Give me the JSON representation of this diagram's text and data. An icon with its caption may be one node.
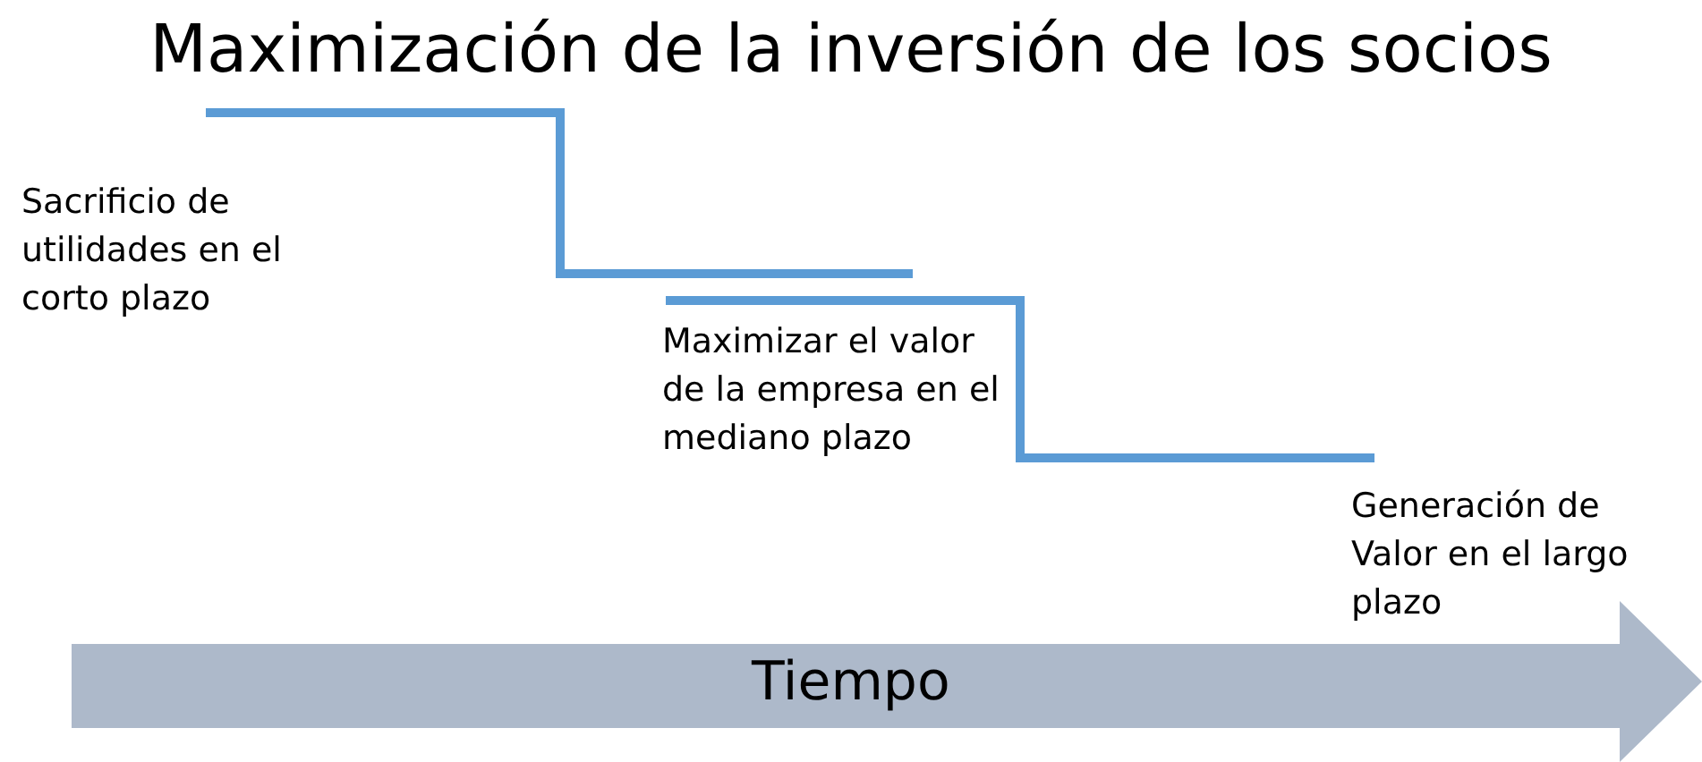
{
  "diagram": {
    "title": "Maximización de la inversión de los socios",
    "nodes": [
      {
        "text": [
          "Tiempo"
        ]
      }
    ],
    "labels": [
      "Sacrificio de utilidades en el corto plazo",
      "Maximizar el valor de la empresa en el mediano plazo",
      "Generación de Valor en el largo plazo"
    ]
  }
}
